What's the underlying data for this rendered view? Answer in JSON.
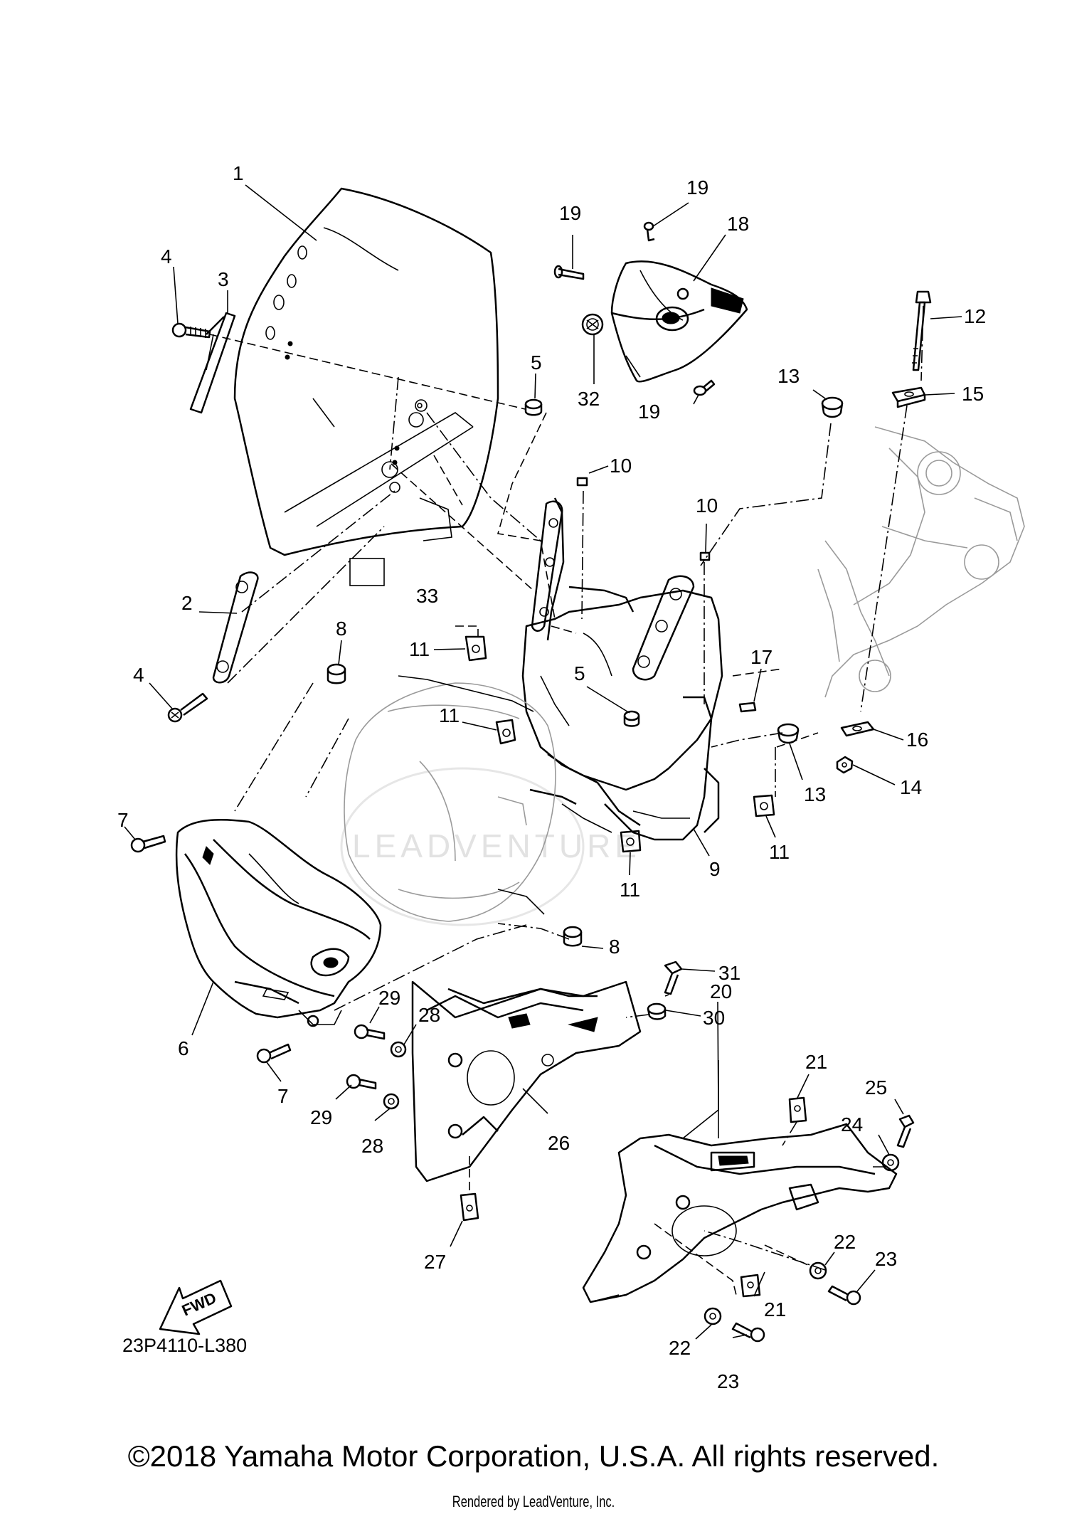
{
  "diagram": {
    "callouts": {
      "c1": "1",
      "c2": "2",
      "c3": "3",
      "c4a": "4",
      "c4b": "4",
      "c5a": "5",
      "c5b": "5",
      "c6": "6",
      "c7a": "7",
      "c7b": "7",
      "c8a": "8",
      "c8b": "8",
      "c9": "9",
      "c10a": "10",
      "c10b": "10",
      "c11a": "11",
      "c11b": "11",
      "c11c": "11",
      "c11d": "11",
      "c12": "12",
      "c13a": "13",
      "c13b": "13",
      "c14": "14",
      "c15": "15",
      "c16": "16",
      "c17": "17",
      "c18": "18",
      "c19a": "19",
      "c19b": "19",
      "c19c": "19",
      "c20": "20",
      "c21a": "21",
      "c21b": "21",
      "c22a": "22",
      "c22b": "22",
      "c23a": "23",
      "c23b": "23",
      "c24": "24",
      "c25": "25",
      "c26": "26",
      "c27": "27",
      "c28a": "28",
      "c28b": "28",
      "c29a": "29",
      "c29b": "29",
      "c30": "30",
      "c31": "31",
      "c32": "32",
      "c33": "33"
    },
    "fwd_label": "FWD",
    "reference_code": "23P4110-L380"
  },
  "footer": {
    "copyright": "©2018 Yamaha Motor Corporation, U.S.A. All rights reserved.",
    "rendered_by": "Rendered by LeadVenture, Inc."
  }
}
